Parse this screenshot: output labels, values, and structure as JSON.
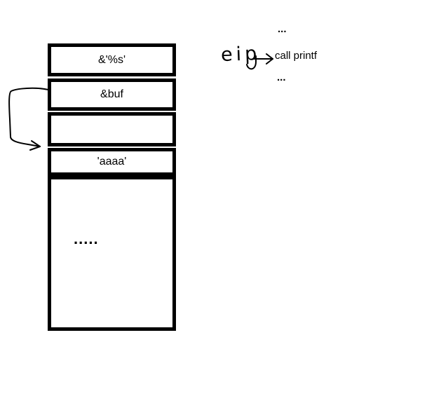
{
  "diagram": {
    "stack": {
      "boxes": [
        {
          "label": "&'%s'"
        },
        {
          "label": "&buf"
        },
        {
          "label": ""
        },
        {
          "label": "'aaaa'"
        },
        {
          "label": "....."
        }
      ]
    },
    "annotations": {
      "dots_top": "...",
      "eip_label": "eip",
      "call_printf": "call printf",
      "dots_bottom": "..."
    },
    "colors": {
      "stroke": "#000000",
      "background": "#ffffff"
    }
  }
}
